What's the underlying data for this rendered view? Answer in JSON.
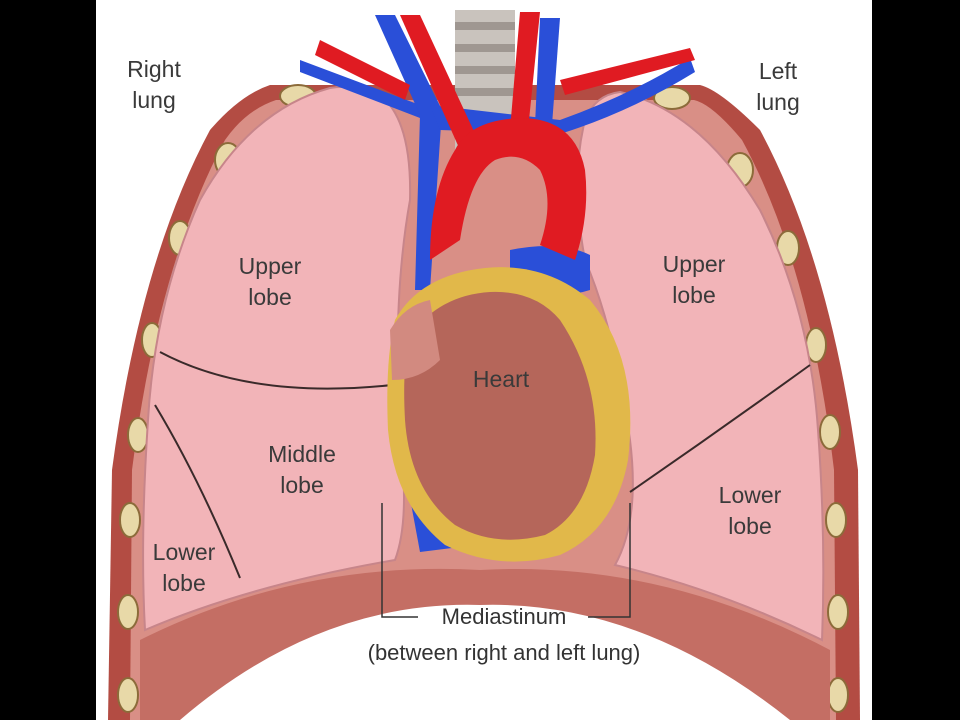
{
  "labels": {
    "right_lung": [
      "Right",
      "lung"
    ],
    "left_lung": [
      "Left",
      "lung"
    ],
    "right_upper_lobe": [
      "Upper",
      "lobe"
    ],
    "left_upper_lobe": [
      "Upper",
      "lobe"
    ],
    "middle_lobe": [
      "Middle",
      "lobe"
    ],
    "right_lower_lobe": [
      "Lower",
      "lobe"
    ],
    "left_lower_lobe": [
      "Lower",
      "lobe"
    ],
    "heart": "Heart",
    "mediastinum": "Mediastinum",
    "mediastinum_note": "(between right and left lung)"
  },
  "colors": {
    "background": "#ffffff",
    "letterbox": "#000000",
    "lung_tissue": "#f2b4b8",
    "rib_wall": "#a8473f",
    "artery": "#e01b22",
    "vein": "#2a4fd8",
    "heart_muscle": "#b5665a",
    "pericardial_fat": "#e1b84a",
    "trachea": "#c9c3bd"
  }
}
